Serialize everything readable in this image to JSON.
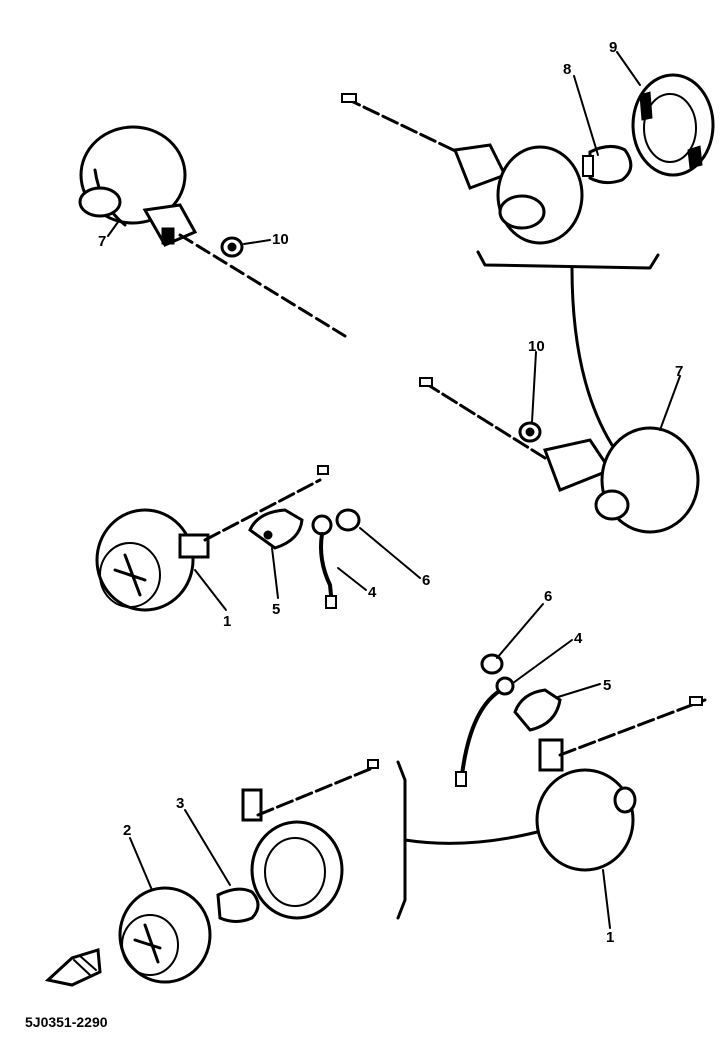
{
  "diagram": {
    "callouts": {
      "c1a": "1",
      "c1b": "1",
      "c2": "2",
      "c3": "3",
      "c4a": "4",
      "c4b": "4",
      "c5a": "5",
      "c5b": "5",
      "c6a": "6",
      "c6b": "6",
      "c7a": "7",
      "c7b": "7",
      "c8": "8",
      "c9": "9",
      "c10a": "10",
      "c10b": "10"
    },
    "drawing_code": "5J0351-2290"
  },
  "colors": {
    "ink": "#000000",
    "paper": "#ffffff"
  }
}
